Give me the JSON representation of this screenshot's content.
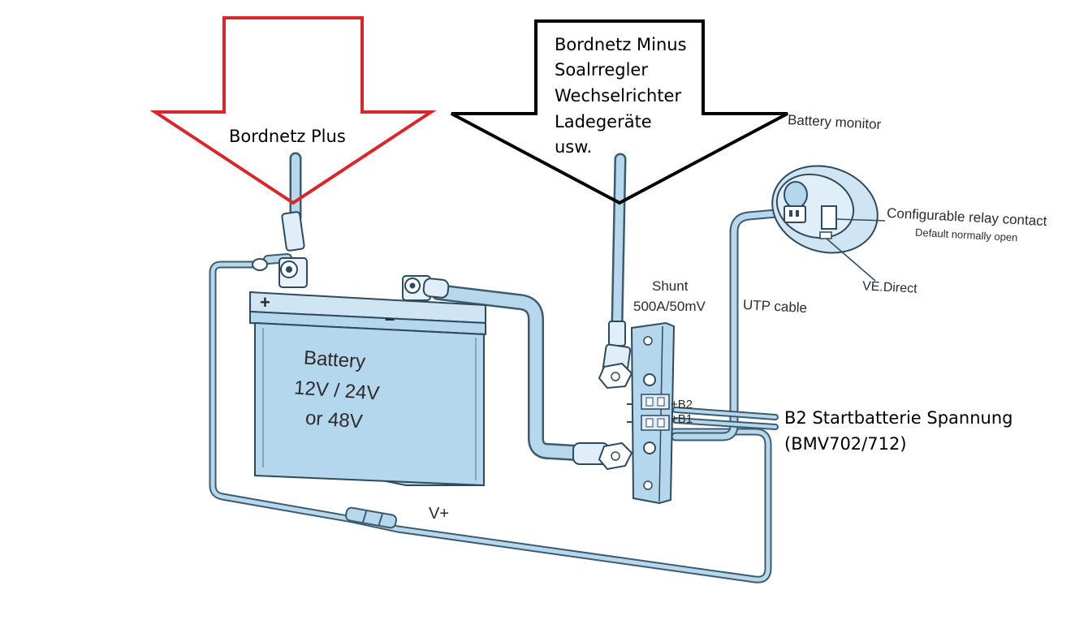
{
  "annotations": {
    "plus_arrow_label": "Bordnetz Plus",
    "minus_arrow_lines": [
      "Bordnetz Minus",
      "Soalrregler",
      "Wechselrichter",
      "Ladegeräte",
      "usw."
    ],
    "b2_label_lines": [
      "B2 Startbatterie Spannung",
      "(BMV702/712)"
    ]
  },
  "battery": {
    "title": "Battery",
    "voltage_line1": "12V  / 24V",
    "voltage_line2": "or 48V",
    "plus_sign": "+",
    "minus_sign": "–"
  },
  "shunt": {
    "title": "Shunt",
    "rating": "500A/50mV",
    "b2_terminal": "+B2",
    "b1_terminal": "+B1"
  },
  "monitor": {
    "title": "Battery monitor",
    "relay_label": "Configurable relay contact",
    "relay_sub": "Default normally open",
    "vedirect_label": "VE.Direct"
  },
  "cables": {
    "utp_label": "UTP cable",
    "vplus_label": "V+"
  },
  "colors": {
    "plus_arrow": "#d9262b",
    "minus_arrow": "#000000",
    "cable_fill": "#b7d8ec",
    "cable_stroke": "#3c5b6e",
    "battery_fill": "#b5d7ee"
  }
}
